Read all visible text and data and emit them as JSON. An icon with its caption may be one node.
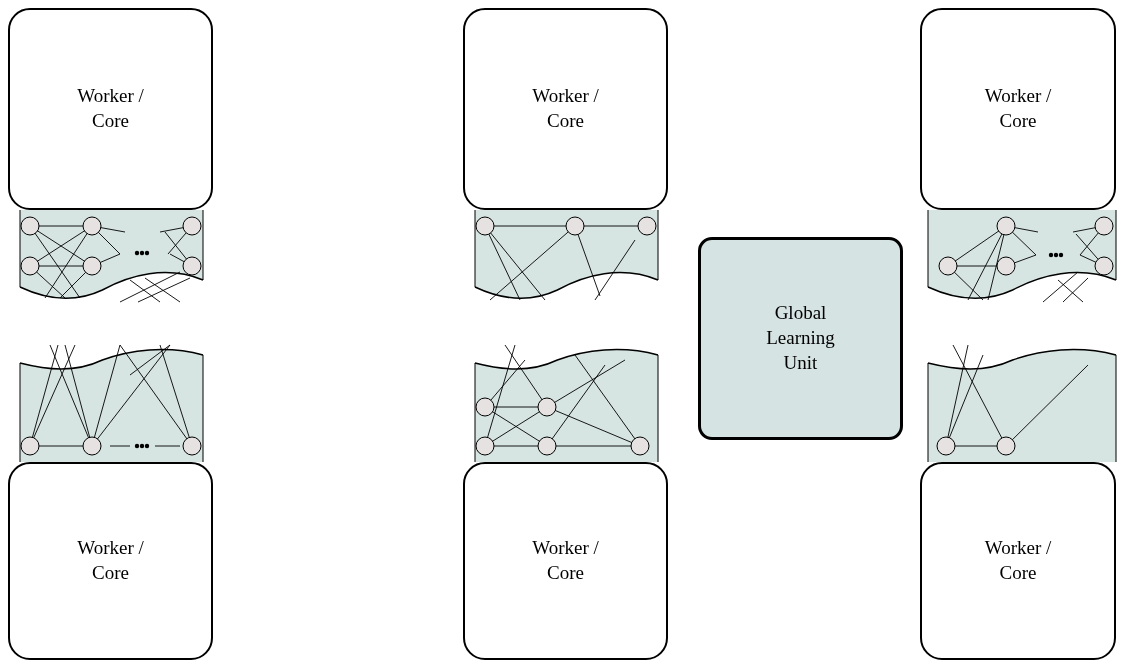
{
  "diagram": {
    "nodes": [
      {
        "text": [
          "Worker / Core"
        ]
      },
      {
        "text": [
          "Worker / Core"
        ]
      },
      {
        "text": [
          "Worker / Core"
        ]
      },
      {
        "text": [
          "Global Learning Unit"
        ]
      },
      {
        "text": [
          "Worker / Core"
        ]
      },
      {
        "text": [
          "Worker / Core"
        ]
      },
      {
        "text": [
          "Worker / Core"
        ]
      }
    ]
  }
}
